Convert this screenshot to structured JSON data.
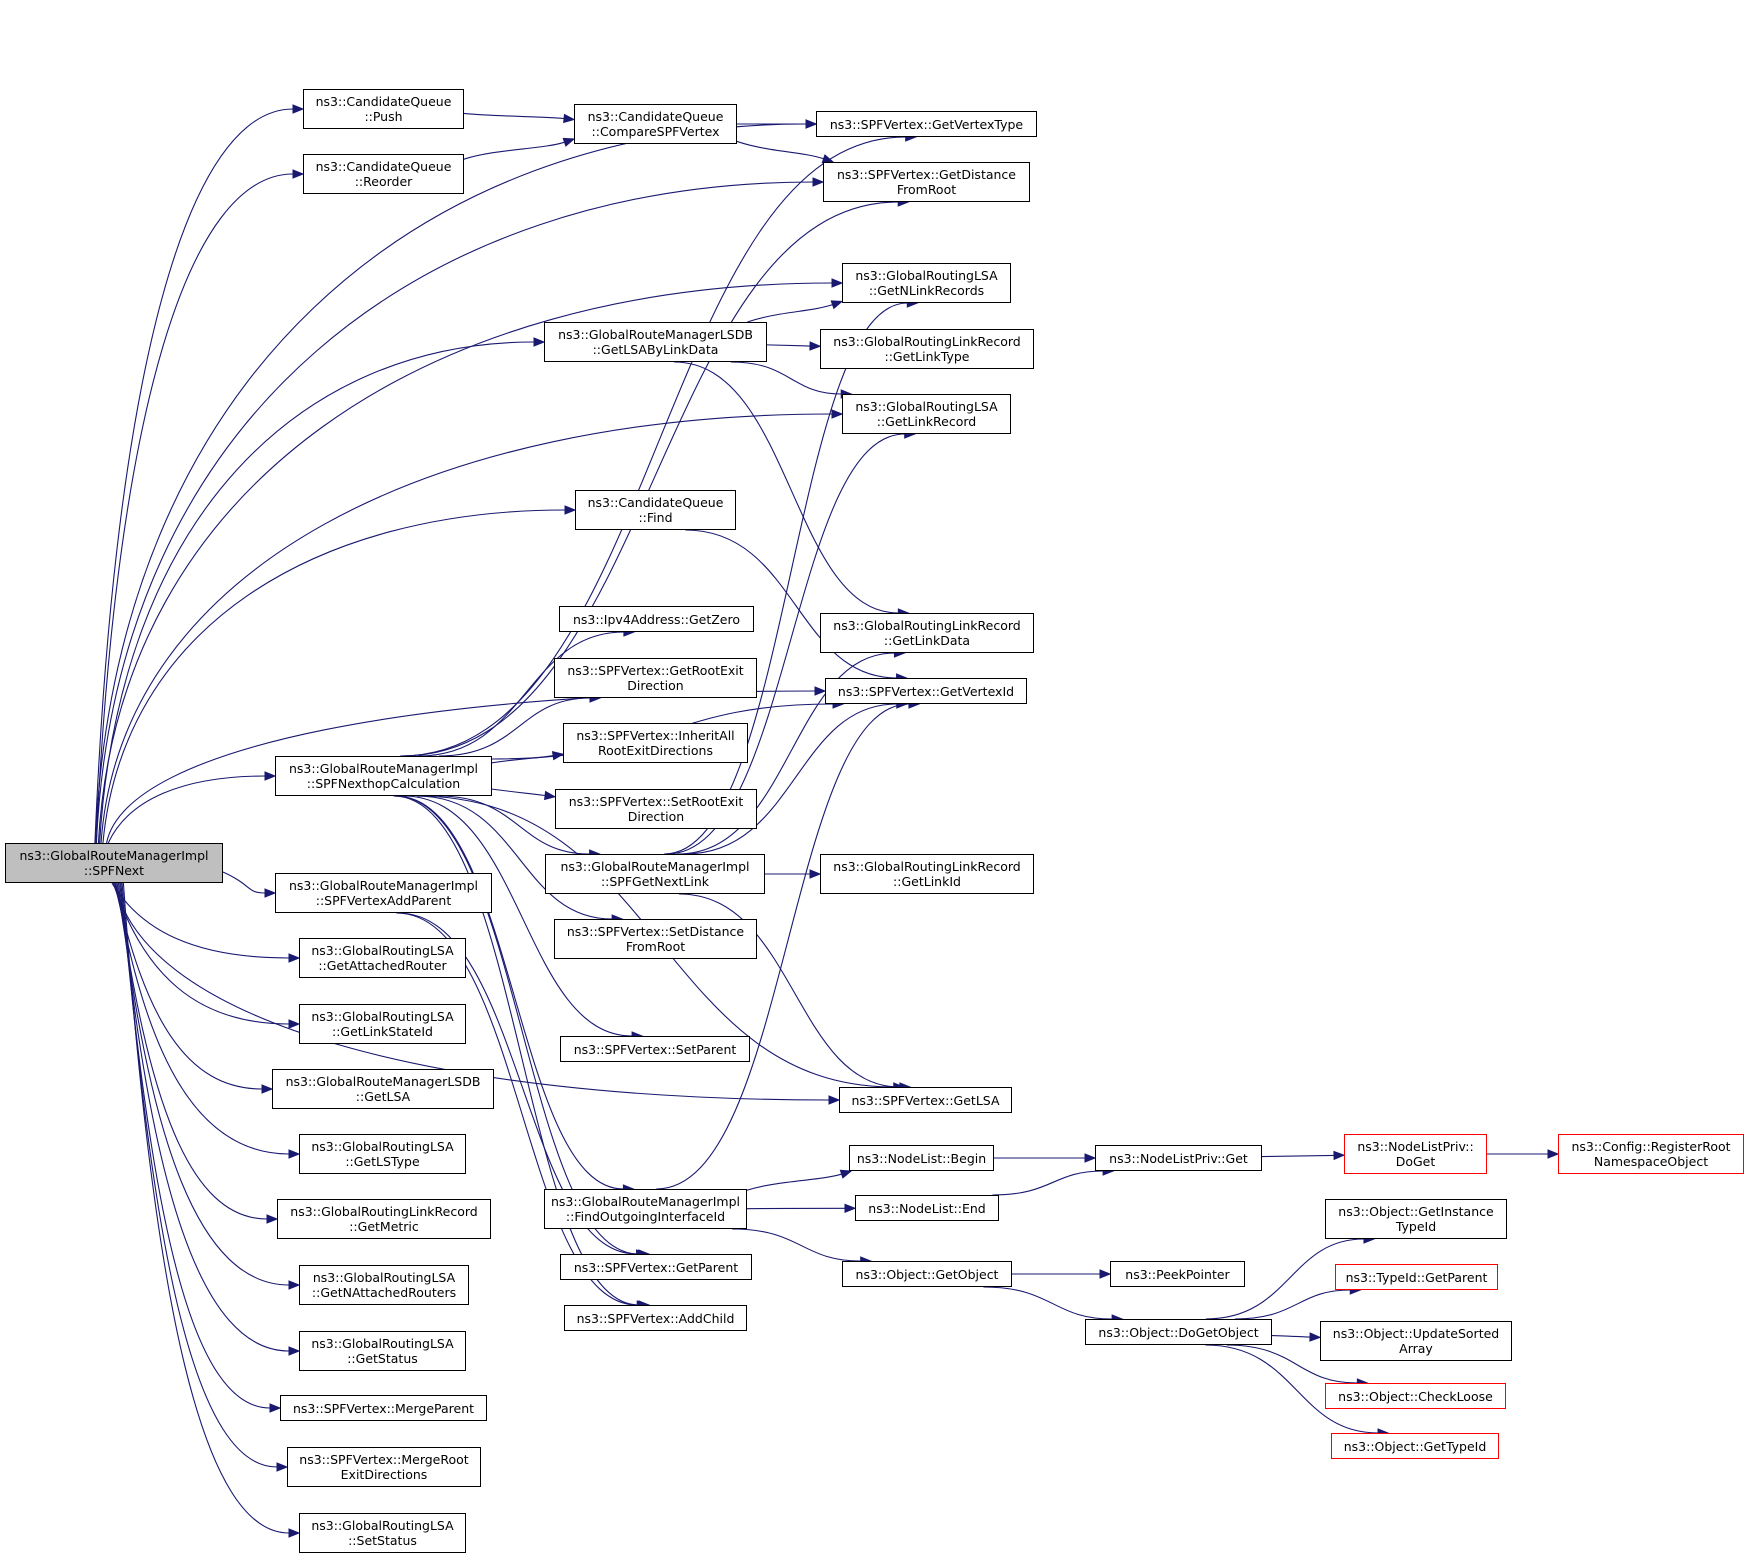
{
  "title": "Call graph of ns3::GlobalRouteManagerImpl::SPFNext",
  "colors": {
    "edge": "#191970",
    "root_fill": "#bfbfbf",
    "node_border": "#000000",
    "external_border": "#ff0000"
  },
  "nodes": [
    {
      "id": "spfnext",
      "label": "ns3::GlobalRouteManagerImpl\n::SPFNext",
      "kind": "root"
    },
    {
      "id": "push",
      "label": "ns3::CandidateQueue\n::Push",
      "kind": "normal"
    },
    {
      "id": "reorder",
      "label": "ns3::CandidateQueue\n::Reorder",
      "kind": "normal"
    },
    {
      "id": "compare",
      "label": "ns3::CandidateQueue\n::CompareSPFVertex",
      "kind": "normal"
    },
    {
      "id": "getvertextype",
      "label": "ns3::SPFVertex::GetVertexType",
      "kind": "normal"
    },
    {
      "id": "getdistfromroot",
      "label": "ns3::SPFVertex::GetDistance\nFromRoot",
      "kind": "normal"
    },
    {
      "id": "getnlinkrecords",
      "label": "ns3::GlobalRoutingLSA\n::GetNLinkRecords",
      "kind": "normal"
    },
    {
      "id": "getlsabylinkdata",
      "label": "ns3::GlobalRouteManagerLSDB\n::GetLSAByLinkData",
      "kind": "normal"
    },
    {
      "id": "getlinktype",
      "label": "ns3::GlobalRoutingLinkRecord\n::GetLinkType",
      "kind": "normal"
    },
    {
      "id": "getlinkrecord",
      "label": "ns3::GlobalRoutingLSA\n::GetLinkRecord",
      "kind": "normal"
    },
    {
      "id": "find",
      "label": "ns3::CandidateQueue\n::Find",
      "kind": "normal"
    },
    {
      "id": "getzero",
      "label": "ns3::Ipv4Address::GetZero",
      "kind": "normal"
    },
    {
      "id": "getlinkdata",
      "label": "ns3::GlobalRoutingLinkRecord\n::GetLinkData",
      "kind": "normal"
    },
    {
      "id": "getrootexitdir",
      "label": "ns3::SPFVertex::GetRootExit\nDirection",
      "kind": "normal"
    },
    {
      "id": "getvertexid",
      "label": "ns3::SPFVertex::GetVertexId",
      "kind": "normal"
    },
    {
      "id": "inheritall",
      "label": "ns3::SPFVertex::InheritAll\nRootExitDirections",
      "kind": "normal"
    },
    {
      "id": "nexthopcalc",
      "label": "ns3::GlobalRouteManagerImpl\n::SPFNexthopCalculation",
      "kind": "normal"
    },
    {
      "id": "setrootexitdir",
      "label": "ns3::SPFVertex::SetRootExit\nDirection",
      "kind": "normal"
    },
    {
      "id": "getnextlink",
      "label": "ns3::GlobalRouteManagerImpl\n::SPFGetNextLink",
      "kind": "normal"
    },
    {
      "id": "getlinkid",
      "label": "ns3::GlobalRoutingLinkRecord\n::GetLinkId",
      "kind": "normal"
    },
    {
      "id": "vertexaddparent",
      "label": "ns3::GlobalRouteManagerImpl\n::SPFVertexAddParent",
      "kind": "normal"
    },
    {
      "id": "setdistfromroot",
      "label": "ns3::SPFVertex::SetDistance\nFromRoot",
      "kind": "normal"
    },
    {
      "id": "getattachedrouter",
      "label": "ns3::GlobalRoutingLSA\n::GetAttachedRouter",
      "kind": "normal"
    },
    {
      "id": "getlinkstateid",
      "label": "ns3::GlobalRoutingLSA\n::GetLinkStateId",
      "kind": "normal"
    },
    {
      "id": "setparent",
      "label": "ns3::SPFVertex::SetParent",
      "kind": "normal"
    },
    {
      "id": "lsdbgetlsa",
      "label": "ns3::GlobalRouteManagerLSDB\n::GetLSA",
      "kind": "normal"
    },
    {
      "id": "vertexgetlsa",
      "label": "ns3::SPFVertex::GetLSA",
      "kind": "normal"
    },
    {
      "id": "getlstype",
      "label": "ns3::GlobalRoutingLSA\n::GetLSType",
      "kind": "normal"
    },
    {
      "id": "nodelistbegin",
      "label": "ns3::NodeList::Begin",
      "kind": "normal"
    },
    {
      "id": "nodelistprivget",
      "label": "ns3::NodeListPriv::Get",
      "kind": "normal"
    },
    {
      "id": "nodelistprivdoget",
      "label": "ns3::NodeListPriv::\nDoGet",
      "kind": "external"
    },
    {
      "id": "registerroot",
      "label": "ns3::Config::RegisterRoot\nNamespaceObject",
      "kind": "external"
    },
    {
      "id": "findoutgoing",
      "label": "ns3::GlobalRouteManagerImpl\n::FindOutgoingInterfaceId",
      "kind": "normal"
    },
    {
      "id": "nodelistend",
      "label": "ns3::NodeList::End",
      "kind": "normal"
    },
    {
      "id": "getmetric",
      "label": "ns3::GlobalRoutingLinkRecord\n::GetMetric",
      "kind": "normal"
    },
    {
      "id": "getinstancetypeid",
      "label": "ns3::Object::GetInstance\nTypeId",
      "kind": "normal"
    },
    {
      "id": "vertexgetparent",
      "label": "ns3::SPFVertex::GetParent",
      "kind": "normal"
    },
    {
      "id": "getobject",
      "label": "ns3::Object::GetObject",
      "kind": "normal"
    },
    {
      "id": "peekpointer",
      "label": "ns3::PeekPointer",
      "kind": "normal"
    },
    {
      "id": "typeidgetparent",
      "label": "ns3::TypeId::GetParent",
      "kind": "external"
    },
    {
      "id": "getnattachedrouters",
      "label": "ns3::GlobalRoutingLSA\n::GetNAttachedRouters",
      "kind": "normal"
    },
    {
      "id": "addchild",
      "label": "ns3::SPFVertex::AddChild",
      "kind": "normal"
    },
    {
      "id": "dogetobject",
      "label": "ns3::Object::DoGetObject",
      "kind": "normal"
    },
    {
      "id": "updatesorted",
      "label": "ns3::Object::UpdateSorted\nArray",
      "kind": "normal"
    },
    {
      "id": "getstatus",
      "label": "ns3::GlobalRoutingLSA\n::GetStatus",
      "kind": "normal"
    },
    {
      "id": "checkloose",
      "label": "ns3::Object::CheckLoose",
      "kind": "external"
    },
    {
      "id": "mergeparent",
      "label": "ns3::SPFVertex::MergeParent",
      "kind": "normal"
    },
    {
      "id": "mergerootexit",
      "label": "ns3::SPFVertex::MergeRoot\nExitDirections",
      "kind": "normal"
    },
    {
      "id": "gettypeid",
      "label": "ns3::Object::GetTypeId",
      "kind": "external"
    },
    {
      "id": "setstatus",
      "label": "ns3::GlobalRoutingLSA\n::SetStatus",
      "kind": "normal"
    }
  ],
  "edges": [
    [
      "spfnext",
      "push"
    ],
    [
      "spfnext",
      "reorder"
    ],
    [
      "spfnext",
      "getvertextype"
    ],
    [
      "spfnext",
      "getdistfromroot"
    ],
    [
      "spfnext",
      "getnlinkrecords"
    ],
    [
      "spfnext",
      "getlsabylinkdata"
    ],
    [
      "spfnext",
      "getlinkrecord"
    ],
    [
      "spfnext",
      "find"
    ],
    [
      "spfnext",
      "getvertexid"
    ],
    [
      "spfnext",
      "nexthopcalc"
    ],
    [
      "spfnext",
      "vertexaddparent"
    ],
    [
      "spfnext",
      "getattachedrouter"
    ],
    [
      "spfnext",
      "getlinkstateid"
    ],
    [
      "spfnext",
      "lsdbgetlsa"
    ],
    [
      "spfnext",
      "getlstype"
    ],
    [
      "spfnext",
      "getmetric"
    ],
    [
      "spfnext",
      "getnattachedrouters"
    ],
    [
      "spfnext",
      "getstatus"
    ],
    [
      "spfnext",
      "mergeparent"
    ],
    [
      "spfnext",
      "mergerootexit"
    ],
    [
      "spfnext",
      "setstatus"
    ],
    [
      "spfnext",
      "vertexgetlsa"
    ],
    [
      "push",
      "compare"
    ],
    [
      "reorder",
      "compare"
    ],
    [
      "compare",
      "getvertextype"
    ],
    [
      "compare",
      "getdistfromroot"
    ],
    [
      "getlsabylinkdata",
      "getnlinkrecords"
    ],
    [
      "getlsabylinkdata",
      "getlinktype"
    ],
    [
      "getlsabylinkdata",
      "getlinkrecord"
    ],
    [
      "getlsabylinkdata",
      "getlinkdata"
    ],
    [
      "find",
      "getvertexid"
    ],
    [
      "nexthopcalc",
      "getvertextype"
    ],
    [
      "nexthopcalc",
      "getzero"
    ],
    [
      "nexthopcalc",
      "getrootexitdir"
    ],
    [
      "nexthopcalc",
      "inheritall"
    ],
    [
      "nexthopcalc",
      "setrootexitdir"
    ],
    [
      "nexthopcalc",
      "getnextlink"
    ],
    [
      "nexthopcalc",
      "setdistfromroot"
    ],
    [
      "nexthopcalc",
      "setparent"
    ],
    [
      "nexthopcalc",
      "vertexgetlsa"
    ],
    [
      "nexthopcalc",
      "findoutgoing"
    ],
    [
      "nexthopcalc",
      "vertexgetparent"
    ],
    [
      "nexthopcalc",
      "addchild"
    ],
    [
      "nexthopcalc",
      "getvertexid"
    ],
    [
      "nexthopcalc",
      "getdistfromroot"
    ],
    [
      "getnextlink",
      "getnlinkrecords"
    ],
    [
      "getnextlink",
      "getlinkrecord"
    ],
    [
      "getnextlink",
      "getlinkdata"
    ],
    [
      "getnextlink",
      "getvertexid"
    ],
    [
      "getnextlink",
      "getlinkid"
    ],
    [
      "getnextlink",
      "vertexgetlsa"
    ],
    [
      "vertexaddparent",
      "vertexgetparent"
    ],
    [
      "vertexaddparent",
      "addchild"
    ],
    [
      "findoutgoing",
      "nodelistbegin"
    ],
    [
      "findoutgoing",
      "nodelistend"
    ],
    [
      "findoutgoing",
      "getobject"
    ],
    [
      "findoutgoing",
      "getvertexid"
    ],
    [
      "nodelistbegin",
      "nodelistprivget"
    ],
    [
      "nodelistend",
      "nodelistprivget"
    ],
    [
      "nodelistprivget",
      "nodelistprivdoget"
    ],
    [
      "nodelistprivdoget",
      "registerroot"
    ],
    [
      "getobject",
      "peekpointer"
    ],
    [
      "getobject",
      "dogetobject"
    ],
    [
      "dogetobject",
      "getinstancetypeid"
    ],
    [
      "dogetobject",
      "typeidgetparent"
    ],
    [
      "dogetobject",
      "updatesorted"
    ],
    [
      "dogetobject",
      "checkloose"
    ],
    [
      "dogetobject",
      "gettypeid"
    ]
  ]
}
